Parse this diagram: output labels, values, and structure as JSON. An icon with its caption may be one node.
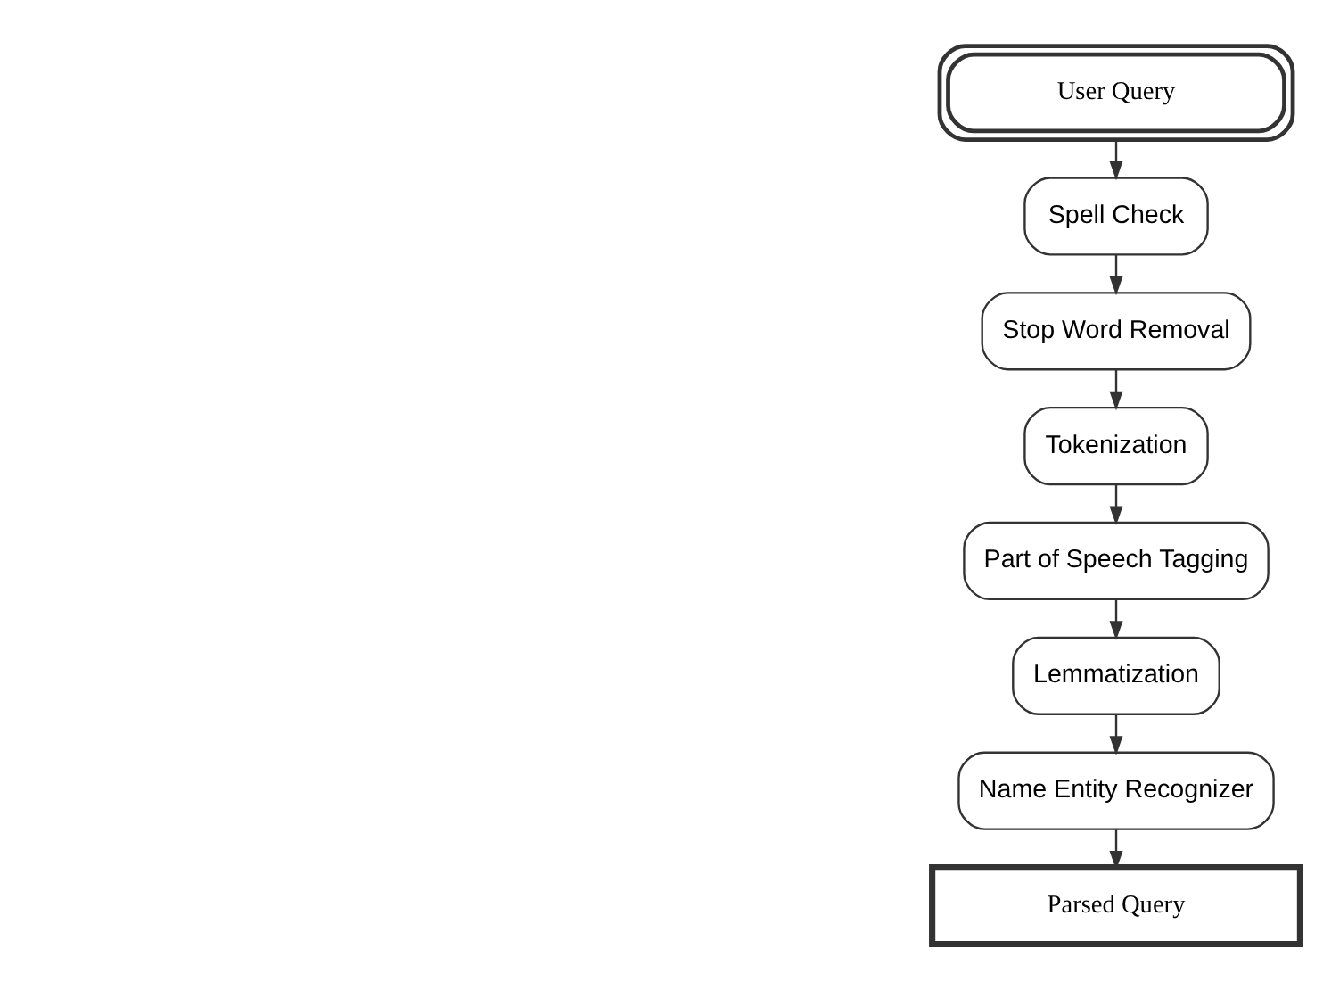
{
  "diagram": {
    "nodes": [
      {
        "text": [
          "User Query"
        ]
      },
      {
        "text": [
          "Spell Check"
        ]
      },
      {
        "text": [
          "Stop Word Removal"
        ]
      },
      {
        "text": [
          "Tokenization"
        ]
      },
      {
        "text": [
          "Part of Speech Tagging"
        ]
      },
      {
        "text": [
          "Lemmatization"
        ]
      },
      {
        "text": [
          "Name Entity Recognizer"
        ]
      },
      {
        "text": [
          "Parsed Query"
        ]
      }
    ],
    "edges": [
      {
        "from": 0,
        "to": 1,
        "arrow": "to"
      },
      {
        "from": 1,
        "to": 2,
        "arrow": "to"
      },
      {
        "from": 2,
        "to": 3,
        "arrow": "to"
      },
      {
        "from": 3,
        "to": 4,
        "arrow": "to"
      },
      {
        "from": 4,
        "to": 5,
        "arrow": "to"
      },
      {
        "from": 5,
        "to": 6,
        "arrow": "to"
      },
      {
        "from": 6,
        "to": 7,
        "arrow": "to"
      }
    ]
  }
}
